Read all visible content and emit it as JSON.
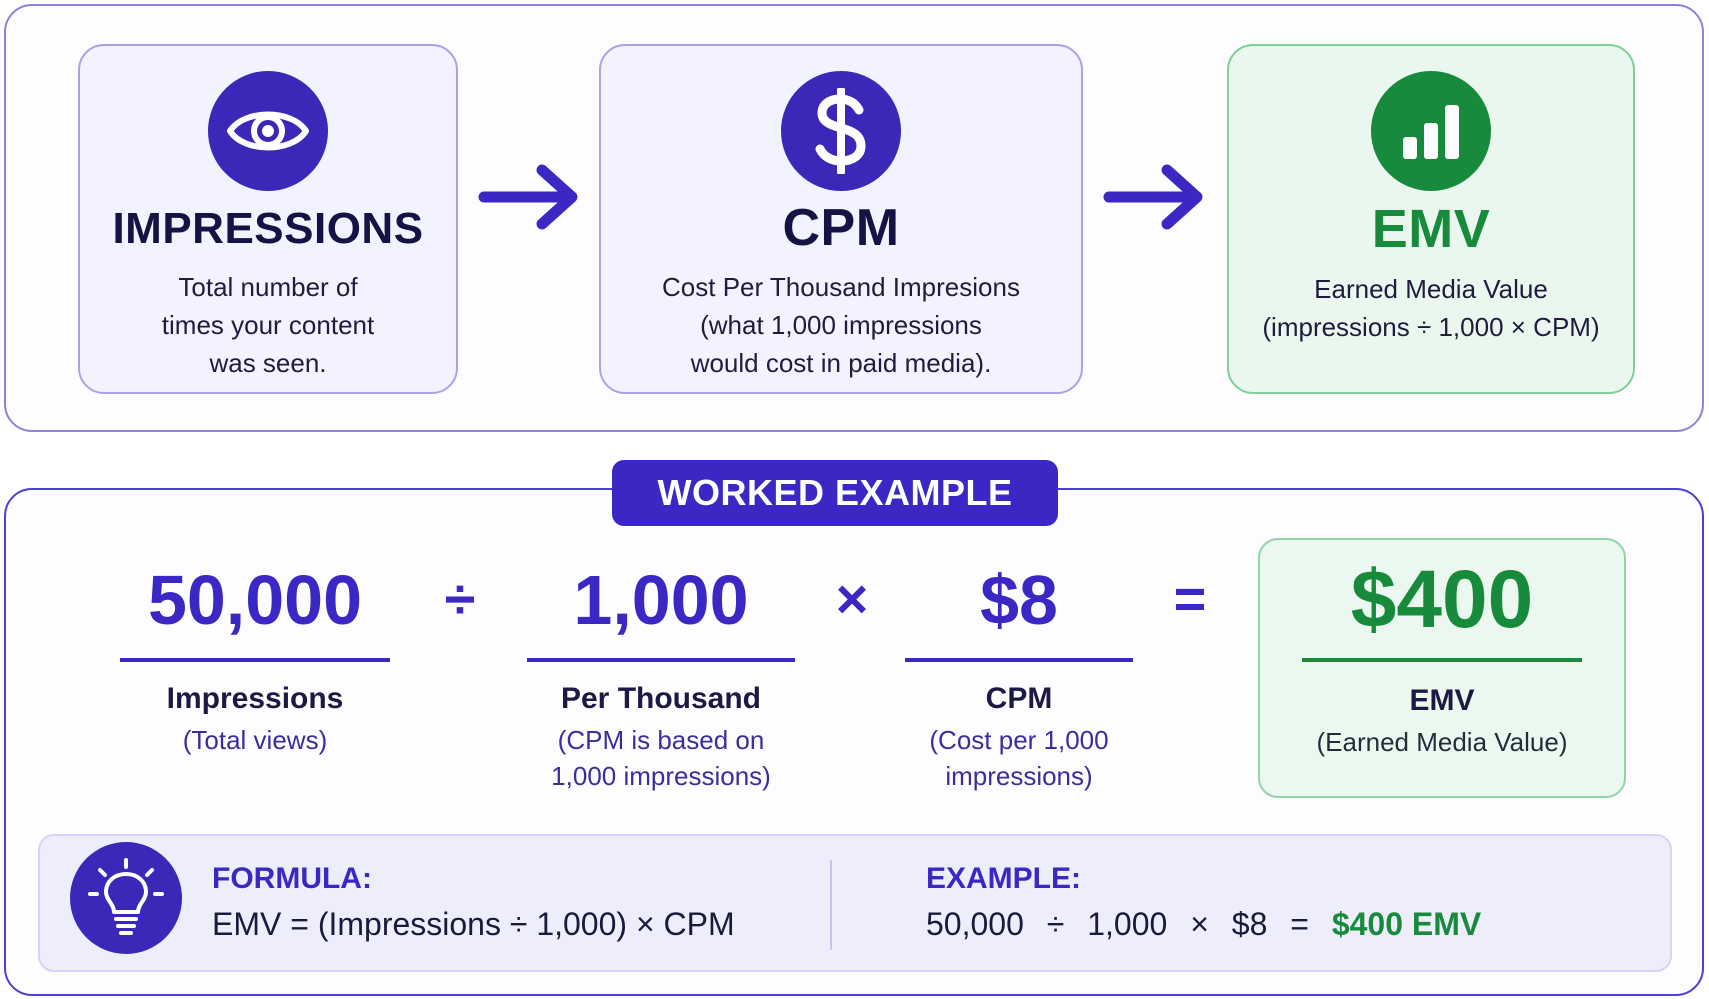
{
  "colors": {
    "primary": "#3b27c4",
    "success": "#178a3c",
    "card_bg": "#f3f2ff",
    "success_bg": "#e9f7ee"
  },
  "flow": {
    "cards": [
      {
        "icon": "eye-icon",
        "title": "IMPRESSIONS",
        "lines": [
          "Total number of",
          "times your content",
          "was seen."
        ]
      },
      {
        "icon": "dollar-icon",
        "title": "CPM",
        "lines": [
          "Cost Per Thousand Impresions",
          "(what 1,000 impressions",
          "would cost in paid media)."
        ]
      },
      {
        "icon": "bar-chart-icon",
        "title": "EMV",
        "lines": [
          "Earned Media Value",
          "(impressions ÷ 1,000 × CPM)"
        ]
      }
    ]
  },
  "example": {
    "badge": "WORKED EXAMPLE",
    "terms": [
      {
        "value": "50,000",
        "label": "Impressions",
        "sub": [
          "(Total views)"
        ]
      },
      {
        "value": "1,000",
        "label": "Per Thousand",
        "sub": [
          "(CPM is based on",
          "1,000 impressions)"
        ]
      },
      {
        "value": "$8",
        "label": "CPM",
        "sub": [
          "(Cost per 1,000",
          "impressions)"
        ]
      }
    ],
    "operators": {
      "divide": "÷",
      "times": "×",
      "equals": "="
    },
    "result": {
      "value": "$400",
      "label": "EMV",
      "sub": "(Earned Media Value)"
    }
  },
  "formula_bar": {
    "formula_heading": "FORMULA:",
    "formula_text": "EMV = (Impressions ÷ 1,000) × CPM",
    "example_heading": "EXAMPLE:",
    "example_parts": [
      "50,000",
      "÷",
      "1,000",
      "×",
      "$8",
      "="
    ],
    "example_result": "$400 EMV"
  }
}
